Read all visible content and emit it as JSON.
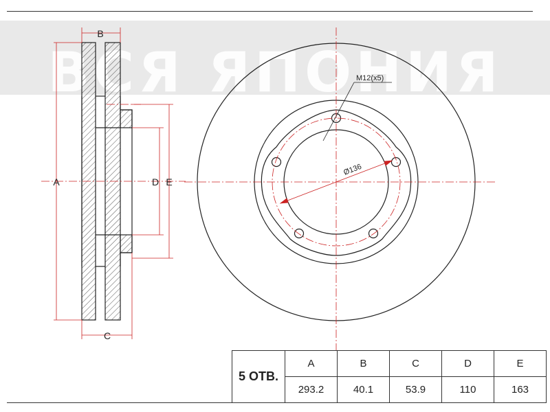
{
  "watermark": {
    "text": "ВСЯ ЯПОНИЯ"
  },
  "dimensions": {
    "a": "A",
    "b": "B",
    "c": "C",
    "d": "D",
    "e": "E",
    "bolt_spec": "M12(x5)",
    "pcd": "Ø136"
  },
  "table": {
    "holes_label": "5 ОТВ.",
    "headers": [
      "A",
      "B",
      "C",
      "D",
      "E"
    ],
    "values": [
      "293.2",
      "40.1",
      "53.9",
      "110",
      "163"
    ]
  },
  "colors": {
    "line": "#222222",
    "centerline": "#cc2222",
    "hatch": "#555555"
  }
}
